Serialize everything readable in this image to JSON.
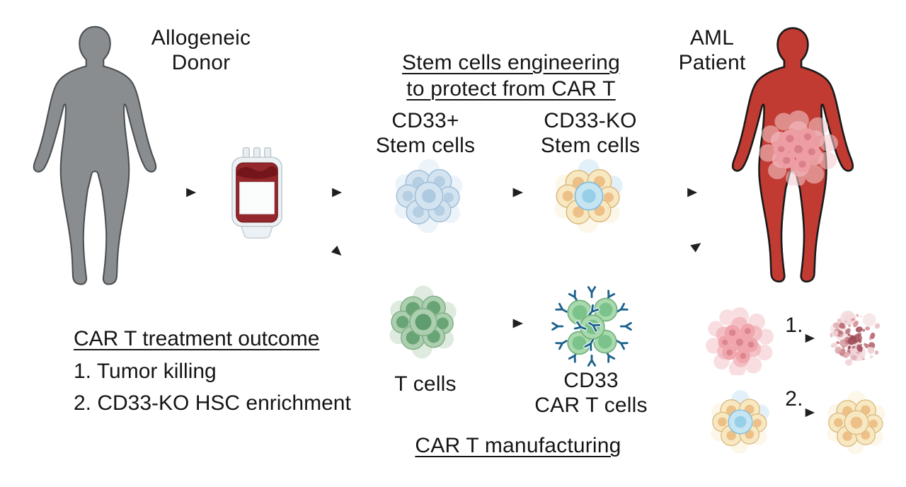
{
  "donor": {
    "label": "Allogeneic\nDonor"
  },
  "patient": {
    "label": "AML\nPatient"
  },
  "engineering": {
    "header": "Stem cells engineering\nto protect from CAR T",
    "cd33_positive_label": "CD33+\nStem cells",
    "cd33_ko_label": "CD33-KO\nStem cells"
  },
  "manufacturing": {
    "header": "CAR T manufacturing",
    "t_cells_label": "T cells",
    "car_t_cells_label": "CD33\nCAR T cells"
  },
  "outcome": {
    "header": "CAR T treatment outcome",
    "item1": "1. Tumor killing",
    "item2": "2. CD33-KO HSC enrichment",
    "step1": "1.",
    "step2": "2."
  },
  "icons": {
    "donor_figure": "gray-human-silhouette",
    "patient_figure": "red-human-silhouette-with-tumor",
    "blood_bag": "blood-bag",
    "cd33_positive_cluster": "blue-stem-cell-cluster",
    "cd33_ko_cluster": "yellow-blue-stem-cell-cluster",
    "t_cell_cluster": "green-t-cell-cluster",
    "car_t_cluster": "green-cells-with-blue-car-receptors",
    "tumor_cluster": "pink-tumor-cell-mass",
    "killed_tumor": "fragmented-tumor-debris",
    "enriched_hsc_cluster": "yellow-stem-cell-cluster",
    "arrow": "black-right-arrow"
  },
  "colors": {
    "text": "#151515",
    "arrow": "#1f1f1f",
    "donor": "#8A8D90",
    "donor_stroke": "#4c4f52",
    "patient": "#C23B33",
    "patient_stroke": "#191919",
    "blue_cell": "#D4E3F0",
    "yellow_cell": "#F8E8C2",
    "green_cell": "#ACCFAF",
    "car_receptor_blue": "#19618C",
    "tumor_pink": "#F1A6AD",
    "blood_red": "#93272B"
  }
}
